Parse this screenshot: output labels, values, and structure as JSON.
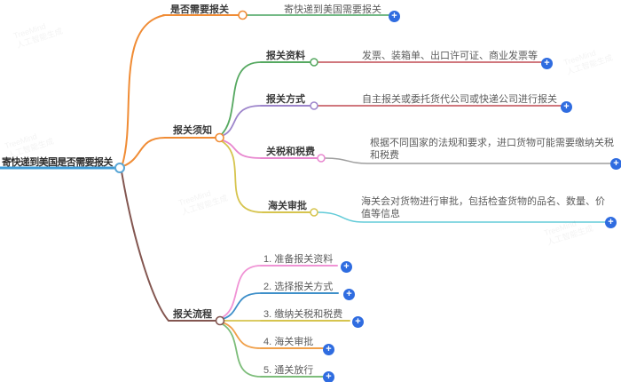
{
  "root": {
    "label": "寄快递到美国是否需要报关"
  },
  "branches": {
    "need_declare": {
      "label": "是否需要报关",
      "answer": "寄快递到美国需要报关"
    },
    "notice": {
      "label": "报关须知",
      "items": [
        {
          "label": "报关资料",
          "detail": "发票、装箱单、出口许可证、商业发票等"
        },
        {
          "label": "报关方式",
          "detail": "自主报关或委托货代公司或快递公司进行报关"
        },
        {
          "label": "关税和税费",
          "detail": "根据不同国家的法规和要求，进口货物可能需要缴纳关税和税费"
        },
        {
          "label": "海关审批",
          "detail": "海关会对货物进行审批，包括检查货物的品名、数量、价值等信息"
        }
      ]
    },
    "process": {
      "label": "报关流程",
      "steps": [
        {
          "text": "1. 准备报关资料"
        },
        {
          "text": "2. 选择报关方式"
        },
        {
          "text": "3. 缴纳关税和税费"
        },
        {
          "text": "4. 海关审批"
        },
        {
          "text": "5. 通关放行"
        }
      ]
    }
  },
  "icons": {
    "plus": "+"
  },
  "watermark": {
    "line1": "TreeMind",
    "line2": "人工智能生成"
  },
  "palette": {
    "root_line": "#3e9bd6",
    "root_circle": "#5aa7d6",
    "orange": "#f08c35",
    "answer_green": "#47a35e",
    "branch_green": "#55a860",
    "red": "#c04a52",
    "purple": "#9d85cb",
    "pink": "#e887cf",
    "gray": "#9e9e9e",
    "yellow": "#d6c44e",
    "cyan": "#62cbd8",
    "brown": "#835650",
    "step_pink": "#f093d5",
    "step_blue": "#3e8fc9",
    "step_yellow": "#d6c44e",
    "step_orange": "#f0a04a",
    "step_green": "#7dbd7a",
    "plus_bg": "#2f6ce0"
  }
}
